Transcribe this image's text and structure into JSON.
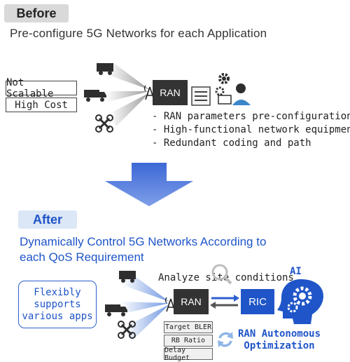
{
  "before": {
    "badge": "Before",
    "title": "Pre-configure 5G Networks for each Application",
    "labels": [
      "Not Scalable",
      "High Cost"
    ],
    "ran_label": "RAN",
    "bullets": [
      "- RAN parameters pre-configuration",
      "- High-functional network equipment",
      "- Redundant coding and path"
    ]
  },
  "after": {
    "badge": "After",
    "title_line1": "Dynamically Control 5G Networks According to",
    "title_line2": "each QoS Requirement",
    "flex_lines": [
      "Flexibly",
      "supports",
      "various apps"
    ],
    "analyze": "Analyze site conditions",
    "ai": "AI",
    "ran_label": "RAN",
    "ric_label": "RIC",
    "params": [
      "Target BLER",
      "RB Ratio",
      "Delay Budget"
    ],
    "opt_line1": "RAN Autonomous",
    "opt_line2": "Optimization"
  },
  "colors": {
    "accent": "#1f55c8",
    "dark": "#333333",
    "beam_grey": "#bfbfbf",
    "beam_blue": "#8fb1e6"
  },
  "icons": [
    "truck-icon",
    "drone-icon",
    "antenna-icon",
    "server-icon",
    "gear-icon",
    "operator-icon",
    "magnifier-icon",
    "ai-head-icon",
    "cycle-icon",
    "down-arrow-icon"
  ]
}
